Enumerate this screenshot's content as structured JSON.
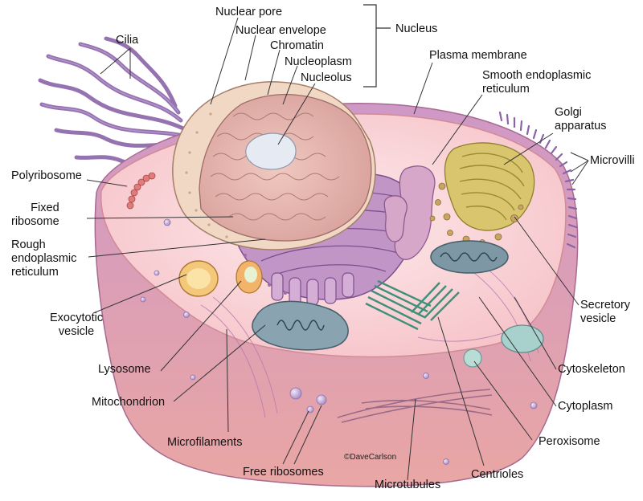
{
  "colors": {
    "membrane": "#e9a2a6",
    "cytoplasm": "#fbdde0",
    "purple_wall": "#c98fbe",
    "nucleus_shell": "#f1d8c4",
    "nucleoplasm": "#e7b9b0",
    "nucleolus": "#e4e8f0",
    "er": "#b58ac0",
    "golgi": "#cdbd63",
    "mito": "#7f98a6",
    "cilia": "#8a63a8",
    "leader": "#333333"
  },
  "labels": {
    "nuclear_pore": "Nuclear pore",
    "nuclear_envelope": "Nuclear envelope",
    "chromatin": "Chromatin",
    "nucleoplasm": "Nucleoplasm",
    "nucleolus": "Nucleolus",
    "nucleus": "Nucleus",
    "cilia": "Cilia",
    "plasma_membrane": "Plasma membrane",
    "smooth_er": "Smooth endoplasmic\nreticulum",
    "golgi": "Golgi\napparatus",
    "microvilli": "Microvilli",
    "polyribosome": "Polyribosome",
    "fixed_ribosome": "Fixed\nribosome",
    "rough_er": "Rough\nendoplasmic\nreticulum",
    "exocytotic_vesicle": "Exocytotic\nvesicle",
    "lysosome": "Lysosome",
    "mitochondrion": "Mitochondrion",
    "microfilaments": "Microfilaments",
    "free_ribosomes": "Free ribosomes",
    "microtubules": "Microtubules",
    "centrioles": "Centrioles",
    "peroxisome": "Peroxisome",
    "cytoplasm": "Cytoplasm",
    "cytoskeleton": "Cytoskeleton",
    "secretory_vesicle": "Secretory\nvesicle"
  },
  "credit": "©DaveCarlson"
}
